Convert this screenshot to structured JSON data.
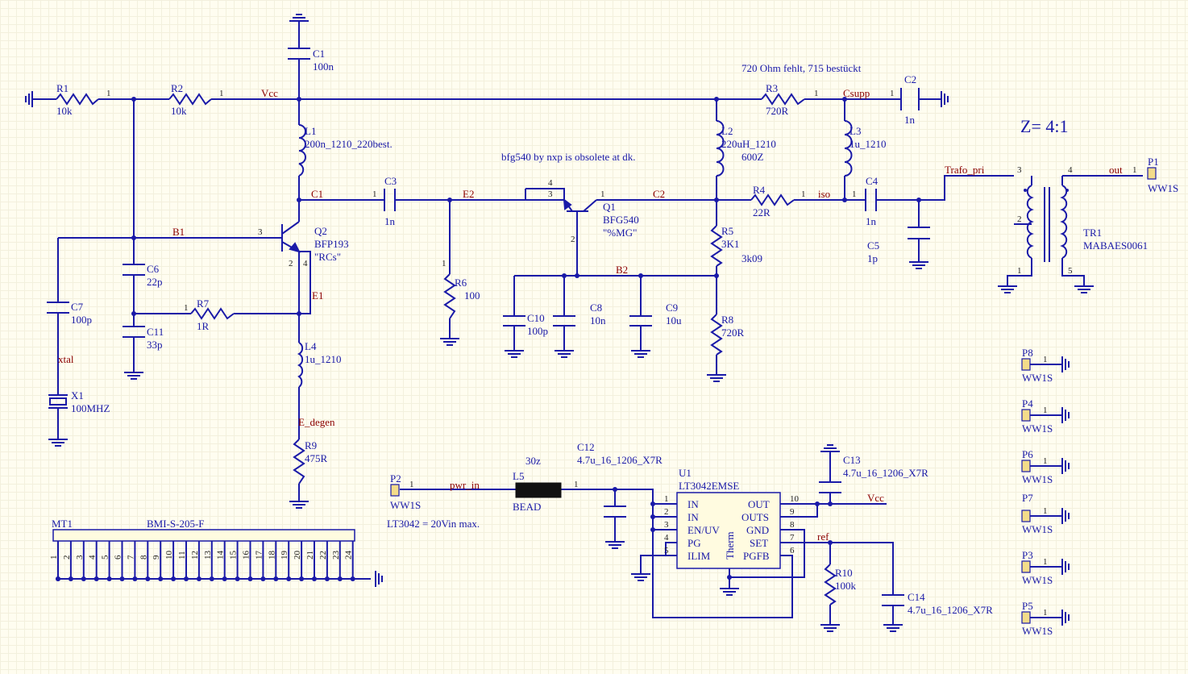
{
  "notes": {
    "ohm_note": "720 Ohm fehlt, 715 bestückt",
    "bfg_note": "bfg540 by nxp is obsolete at dk.",
    "lt_note": "LT3042 = 20Vin max.",
    "z_ratio": "Z=  4:1",
    "l5_value_extra": "30z"
  },
  "nets": {
    "vcc": "Vcc",
    "vcc2": "Vcc",
    "csupp": "Csupp",
    "c1": "C1",
    "c2": "C2",
    "e2": "E2",
    "b1": "B1",
    "b2": "B2",
    "e1": "E1",
    "e_degen": "E_degen",
    "xtal": "xtal",
    "trafo_pri": "Trafo_pri",
    "out": "out",
    "iso": "iso",
    "pwr_in": "pwr_in",
    "ref": "ref"
  },
  "components": {
    "r1": {
      "ref": "R1",
      "value": "10k"
    },
    "r2": {
      "ref": "R2",
      "value": "10k"
    },
    "r3": {
      "ref": "R3",
      "value": "720R"
    },
    "r4": {
      "ref": "R4",
      "value": "22R"
    },
    "r5": {
      "ref": "R5",
      "value": "3K1",
      "extra": "3k09"
    },
    "r6": {
      "ref": "R6",
      "value": "100"
    },
    "r7": {
      "ref": "R7",
      "value": "1R"
    },
    "r8": {
      "ref": "R8",
      "value": "720R"
    },
    "r9": {
      "ref": "R9",
      "value": "475R"
    },
    "r10": {
      "ref": "R10",
      "value": "100k"
    },
    "c1": {
      "ref": "C1",
      "value": "100n"
    },
    "c2": {
      "ref": "C2",
      "value": "1n"
    },
    "c3": {
      "ref": "C3",
      "value": "1n"
    },
    "c4": {
      "ref": "C4",
      "value": "1n"
    },
    "c5": {
      "ref": "C5",
      "value": "1p"
    },
    "c6": {
      "ref": "C6",
      "value": "22p"
    },
    "c7": {
      "ref": "C7",
      "value": "100p"
    },
    "c8": {
      "ref": "C8",
      "value": "10n"
    },
    "c9": {
      "ref": "C9",
      "value": "10u"
    },
    "c10": {
      "ref": "C10",
      "value": "100p"
    },
    "c11": {
      "ref": "C11",
      "value": "33p"
    },
    "c12": {
      "ref": "C12",
      "value": "4.7u_16_1206_X7R"
    },
    "c13": {
      "ref": "C13",
      "value": "4.7u_16_1206_X7R"
    },
    "c14": {
      "ref": "C14",
      "value": "4.7u_16_1206_X7R"
    },
    "l1": {
      "ref": "L1",
      "value": "200n_1210_220best."
    },
    "l2": {
      "ref": "L2",
      "value": "220uH_1210",
      "extra": "600Z"
    },
    "l3": {
      "ref": "L3",
      "value": "1u_1210"
    },
    "l4": {
      "ref": "L4",
      "value": "1u_1210"
    },
    "l5": {
      "ref": "L5",
      "value": "BEAD"
    },
    "q1": {
      "ref": "Q1",
      "value": "BFG540",
      "extra": "\"%MG\""
    },
    "q2": {
      "ref": "Q2",
      "value": "BFP193",
      "extra": "\"RCs\""
    },
    "x1": {
      "ref": "X1",
      "value": "100MHZ"
    },
    "tr1": {
      "ref": "TR1",
      "value": "MABAES0061"
    },
    "u1": {
      "ref": "U1",
      "value": "LT3042EMSE"
    },
    "mt1": {
      "ref": "MT1",
      "value": "BMI-S-205-F"
    },
    "p1": {
      "ref": "P1",
      "value": "WW1S"
    },
    "p2": {
      "ref": "P2",
      "value": "WW1S"
    },
    "p3": {
      "ref": "P3",
      "value": "WW1S"
    },
    "p4": {
      "ref": "P4",
      "value": "WW1S"
    },
    "p5": {
      "ref": "P5",
      "value": "WW1S"
    },
    "p6": {
      "ref": "P6",
      "value": "WW1S"
    },
    "p7": {
      "ref": "P7",
      "value": "WW1S"
    },
    "p8": {
      "ref": "P8",
      "value": "WW1S"
    }
  },
  "u1_pins": {
    "in1": "IN",
    "in2": "IN",
    "en": "EN/UV",
    "pg": "PG",
    "ilim": "ILIM",
    "out": "OUT",
    "outs": "OUTS",
    "gnd": "GND",
    "set": "SET",
    "pgfb": "PGFB",
    "therm": "Therm"
  },
  "mt1_pins": [
    "1",
    "2",
    "3",
    "4",
    "5",
    "6",
    "7",
    "8",
    "9",
    "10",
    "11",
    "12",
    "13",
    "14",
    "15",
    "16",
    "17",
    "18",
    "19",
    "20",
    "21",
    "22",
    "23",
    "24"
  ]
}
